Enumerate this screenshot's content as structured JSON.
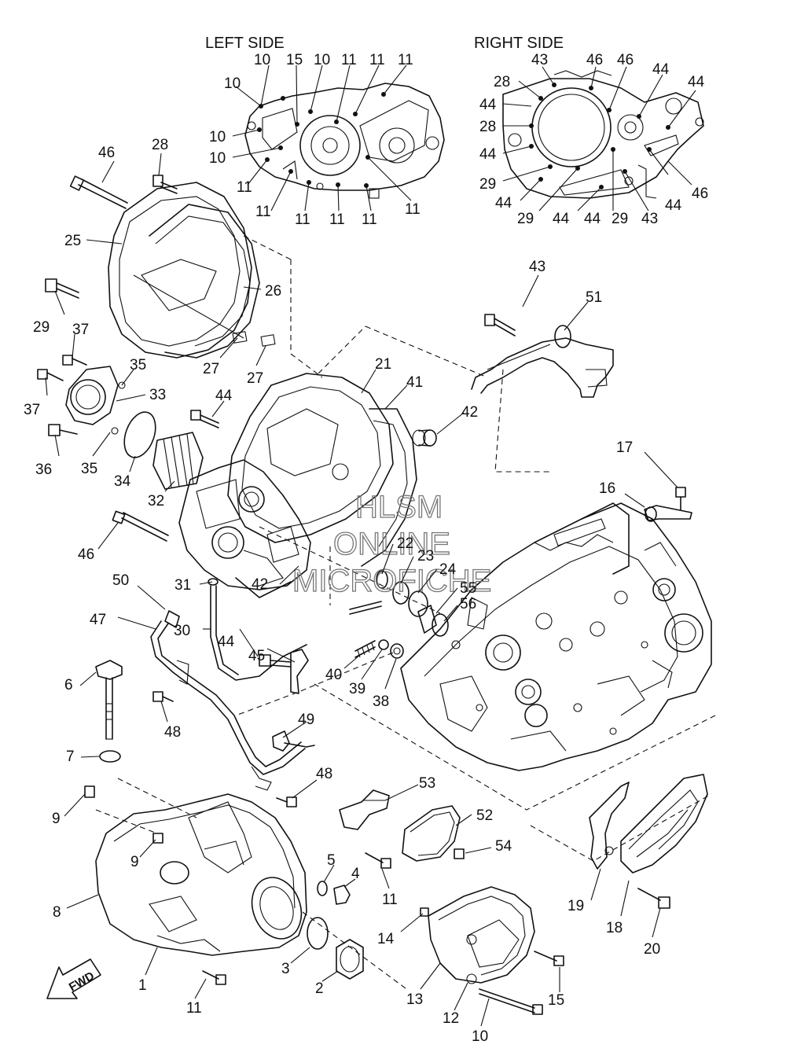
{
  "headers": {
    "left": "LEFT SIDE",
    "right": "RIGHT SIDE"
  },
  "watermark": [
    "HLSM",
    "ONLINE",
    "MICROFICHE"
  ],
  "fwd": "FWD",
  "labels": {
    "l_10a": "10",
    "l_15a": "15",
    "l_10b": "10",
    "l_11a": "11",
    "l_11b": "11",
    "l_11c": "11",
    "l_10c": "10",
    "l_10d": "10",
    "l_10e": "10",
    "l_11d": "11",
    "l_11e": "11",
    "l_11f": "11",
    "l_11g": "11",
    "l_11h": "11",
    "l_11i": "11",
    "r_43a": "43",
    "r_46a": "46",
    "r_46b": "46",
    "r_28a": "28",
    "r_44a": "44",
    "r_44b": "44",
    "r_44c": "44",
    "r_28b": "28",
    "r_44d": "44",
    "r_29a": "29",
    "r_44e": "44",
    "r_29b": "29",
    "r_44f": "44",
    "r_44g": "44",
    "r_29c": "29",
    "r_43b": "43",
    "r_44h": "44",
    "r_46c": "46",
    "p46a": "46",
    "p28": "28",
    "p25": "25",
    "p26": "26",
    "p29": "29",
    "p27a": "27",
    "p27b": "27",
    "p37a": "37",
    "p35a": "35",
    "p33": "33",
    "p37b": "37",
    "p36": "36",
    "p35b": "35",
    "p34": "34",
    "p32": "32",
    "p44a": "44",
    "p21": "21",
    "p41": "41",
    "p42a": "42",
    "p43": "43",
    "p51": "51",
    "p46b": "46",
    "p50": "50",
    "p31": "31",
    "p42b": "42",
    "p22": "22",
    "p23": "23",
    "p24": "24",
    "p55": "55",
    "p56": "56",
    "p47": "47",
    "p30": "30",
    "p44b": "44",
    "p45": "45",
    "p40": "40",
    "p39": "39",
    "p38": "38",
    "p17": "17",
    "p16": "16",
    "p6": "6",
    "p48a": "48",
    "p49": "49",
    "p7": "7",
    "p48b": "48",
    "p53": "53",
    "p9a": "9",
    "p52": "52",
    "p54": "54",
    "p9b": "9",
    "p5": "5",
    "p4": "4",
    "p11a": "11",
    "p8": "8",
    "p14": "14",
    "p19": "19",
    "p18": "18",
    "p20": "20",
    "p3": "3",
    "p1": "1",
    "p2": "2",
    "p13": "13",
    "p15": "15",
    "p11b": "11",
    "p12": "12",
    "p10": "10"
  }
}
